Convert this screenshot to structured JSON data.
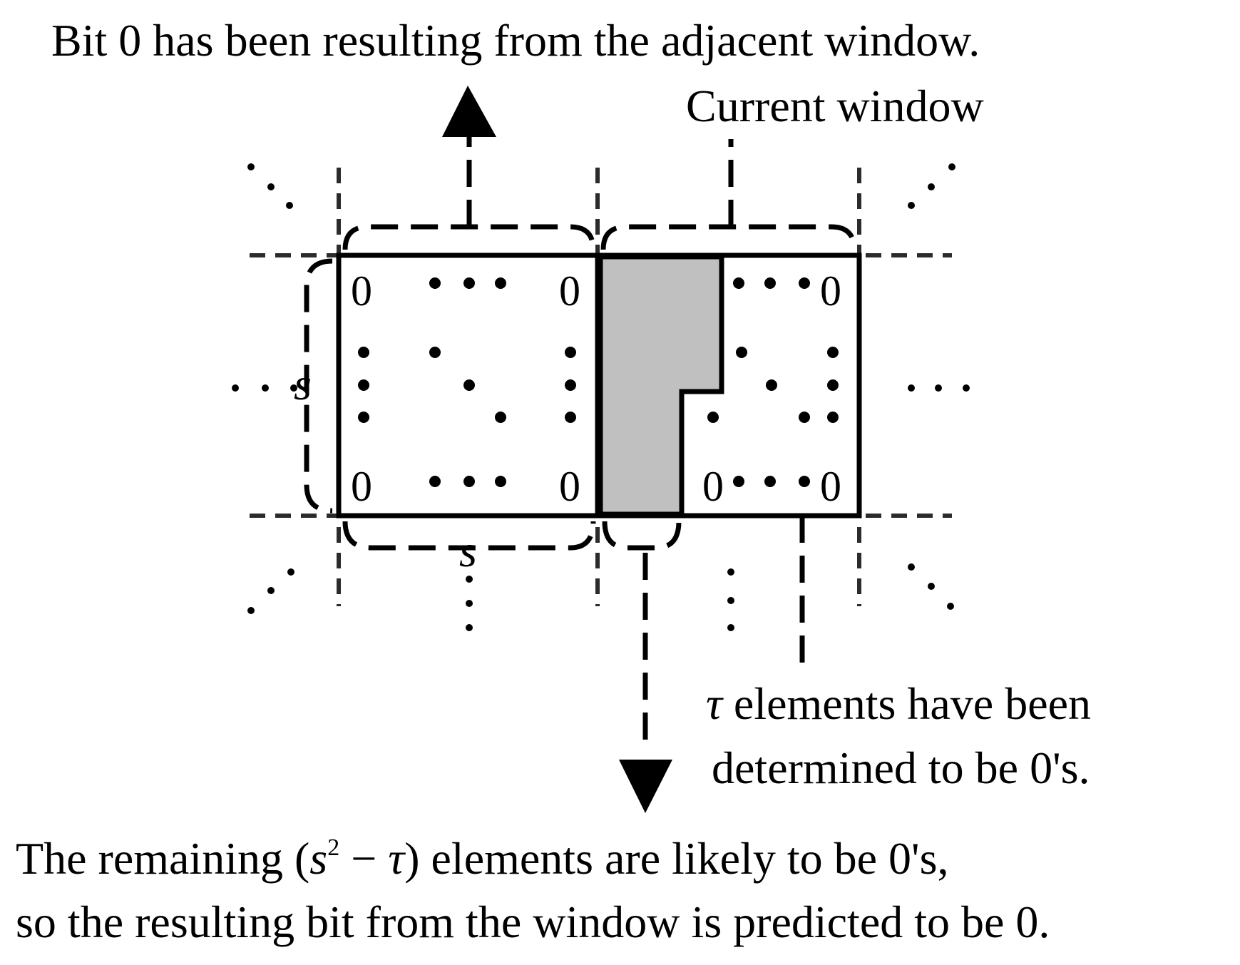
{
  "caption_top": "Bit 0 has been resulting from the adjacent window.",
  "label_current_window": "Current window",
  "label_s_left": "s",
  "label_s_bottom": "s",
  "cell_zero": "0",
  "tau_note": {
    "symbol": "τ",
    "line1_rest": " elements have been",
    "line2": "determined to be 0's."
  },
  "caption_bottom": {
    "line1_pre": "The remaining (",
    "line1_var": "s",
    "line1_sup": "2",
    "line1_minus": " − ",
    "line1_tau": "τ",
    "line1_post": ") elements are likely to be 0's,",
    "line2": "so the resulting bit from the window is predicted to be 0."
  },
  "colors": {
    "ink": "#000000",
    "grid": "#2b2b2b",
    "shade": "#c0c0c0"
  }
}
